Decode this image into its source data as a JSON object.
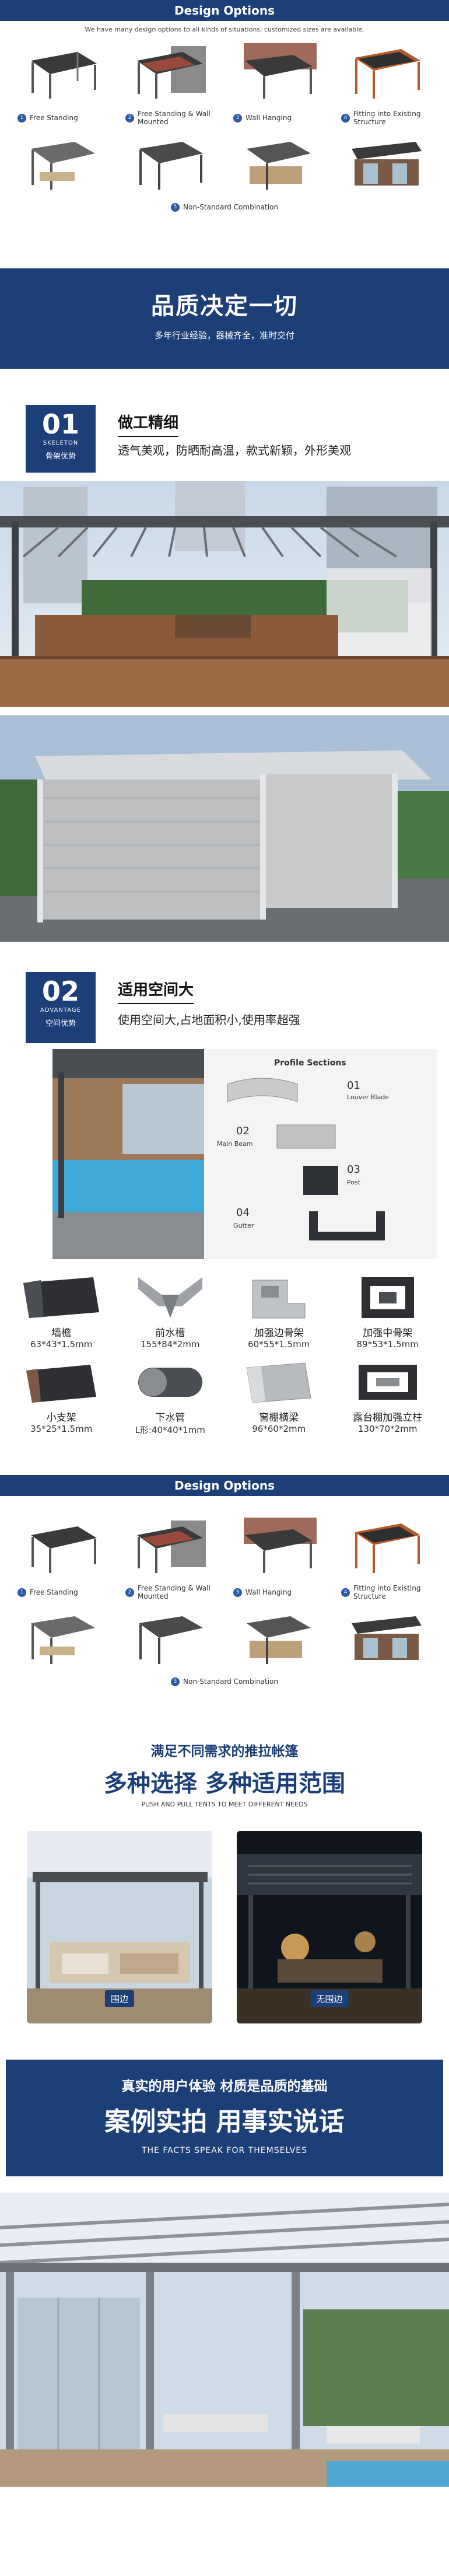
{
  "design_options": {
    "title": "Design Options",
    "subtitle": "We have many design options to all kinds of situations, customized sizes are available.",
    "options": [
      {
        "num": "1",
        "label": "Free Standing"
      },
      {
        "num": "2",
        "label": "Free Standing & Wall Mounted"
      },
      {
        "num": "3",
        "label": "Wall Hanging"
      },
      {
        "num": "4",
        "label": "Fitting into Existing Structure"
      }
    ],
    "non_standard": {
      "num": "5",
      "label": "Non-Standard Combination"
    }
  },
  "quality": {
    "title": "品质决定一切",
    "subtitle": "多年行业经验，器械齐全，准时交付"
  },
  "skeleton": {
    "num": "01",
    "en": "SKELETON",
    "cn": "骨架优势",
    "title": "做工精细",
    "desc": "透气美观，防晒耐高温，款式新颖，外形美观"
  },
  "advantage": {
    "num": "02",
    "en": "ADVANTAGE",
    "cn": "空间优势",
    "title": "适用空间大",
    "desc": "使用空间大,占地面积小,使用率超强"
  },
  "profile": {
    "title": "Profile Sections",
    "items": [
      {
        "num": "01",
        "label": "Louver Blade"
      },
      {
        "num": "02",
        "label": "Main Beam"
      },
      {
        "num": "03",
        "label": "Post"
      },
      {
        "num": "04",
        "label": "Gutter"
      }
    ]
  },
  "parts": [
    {
      "name": "墙檐",
      "size": "63*43*1.5mm"
    },
    {
      "name": "前水槽",
      "size": "155*84*2mm"
    },
    {
      "name": "加强边骨架",
      "size": "60*55*1.5mm"
    },
    {
      "name": "加强中骨架",
      "size": "89*53*1.5mm"
    },
    {
      "name": "小支架",
      "size": "35*25*1.5mm"
    },
    {
      "name": "下水管",
      "size": "L形:40*40*1mm"
    },
    {
      "name": "窗棚横梁",
      "size": "96*60*2mm"
    },
    {
      "name": "露台棚加强立柱",
      "size": "130*70*2mm"
    }
  ],
  "push": {
    "title": "满足不同需求的推拉帐篷",
    "headline": "多种选择 多种适用范围",
    "en": "PUSH AND PULL TENTS TO MEET DIFFERENT NEEDS",
    "cases": [
      {
        "tag": "围边"
      },
      {
        "tag": "无围边"
      }
    ]
  },
  "facts": {
    "line1": "真实的用户体验 材质是品质的基础",
    "line2": "案例实拍 用事实说话",
    "line3": "THE FACTS SPEAK FOR THEMSELVES"
  },
  "colors": {
    "brand_blue": "#1c3f78",
    "dot_blue": "#2a59a6"
  }
}
